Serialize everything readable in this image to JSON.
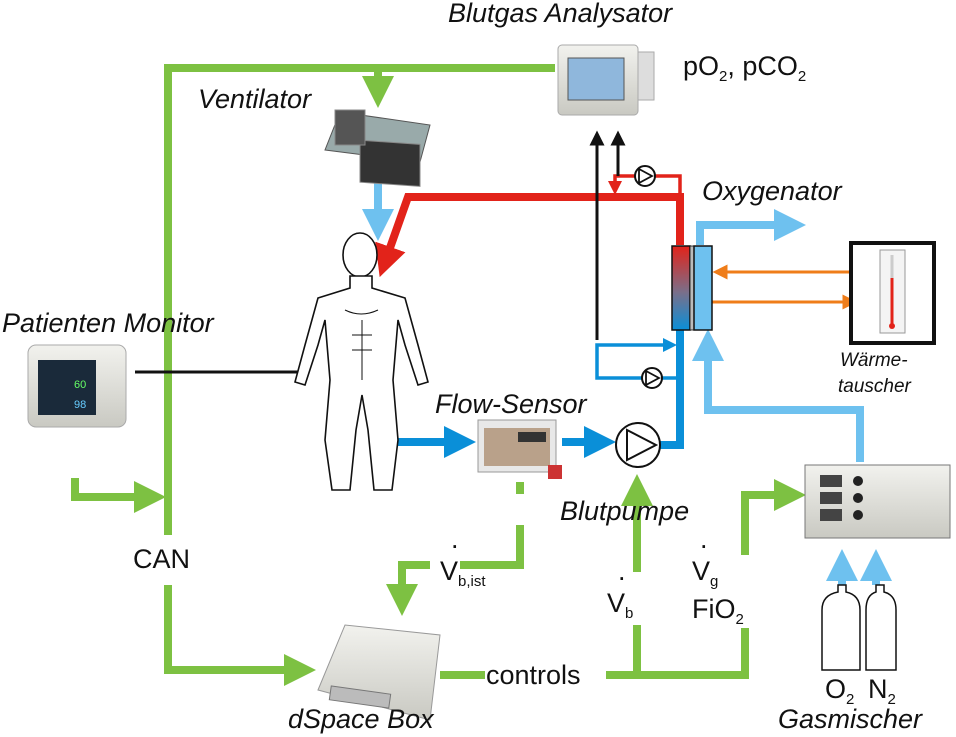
{
  "labels": {
    "blood_gas_analyzer": "Blutgas Analysator",
    "gases_measured": {
      "p1": "pO",
      "s1": "2",
      "sep": ", pCO",
      "s2": "2"
    },
    "ventilator": "Ventilator",
    "oxygenator": "Oxygenator",
    "patient_monitor": "Patienten Monitor",
    "heat_exchanger_line1": "Wärme-",
    "heat_exchanger_line2": "tauscher",
    "flow_sensor": "Flow-Sensor",
    "blood_pump": "Blutpumpe",
    "can": "CAN",
    "vb_ist": {
      "main": "V",
      "sub": "b,ist"
    },
    "vb": {
      "main": "V",
      "sub": "b"
    },
    "vg": {
      "main": "V",
      "sub": "g"
    },
    "fio2": {
      "main": "FiO",
      "sub": "2"
    },
    "controls": "controls",
    "dspace_box": "dSpace Box",
    "gas_o2": {
      "main": "O",
      "sub": "2"
    },
    "gas_n2": {
      "main": "N",
      "sub": "2"
    },
    "gas_mixer": "Gasmischer"
  },
  "colors": {
    "signal": "#7dc142",
    "arterial_blood": "#e2231a",
    "venous_blood": "#0a8fd8",
    "gas": "#6ec1ef",
    "heat": "#ef7d1a"
  }
}
